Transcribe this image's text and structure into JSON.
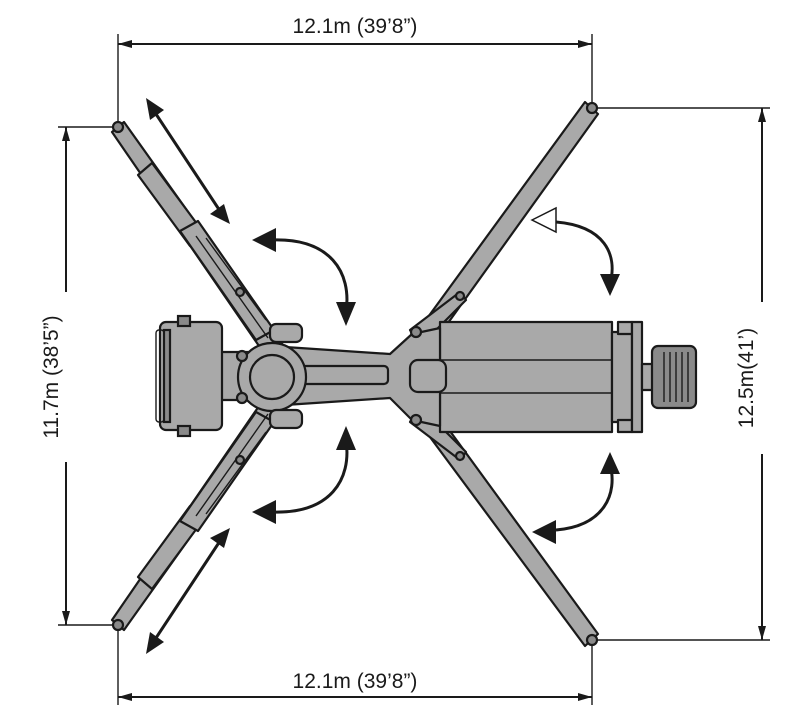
{
  "dimensions": {
    "top_width": "12.1m (39’8”)",
    "bottom_width": "12.1m (39’8”)",
    "left_depth": "11.7m (38’5”)",
    "right_depth": "12.5m(41’)"
  },
  "colors": {
    "machine_fill": "#a9a9a9",
    "outline": "#1a1a1a",
    "background": "#ffffff"
  }
}
